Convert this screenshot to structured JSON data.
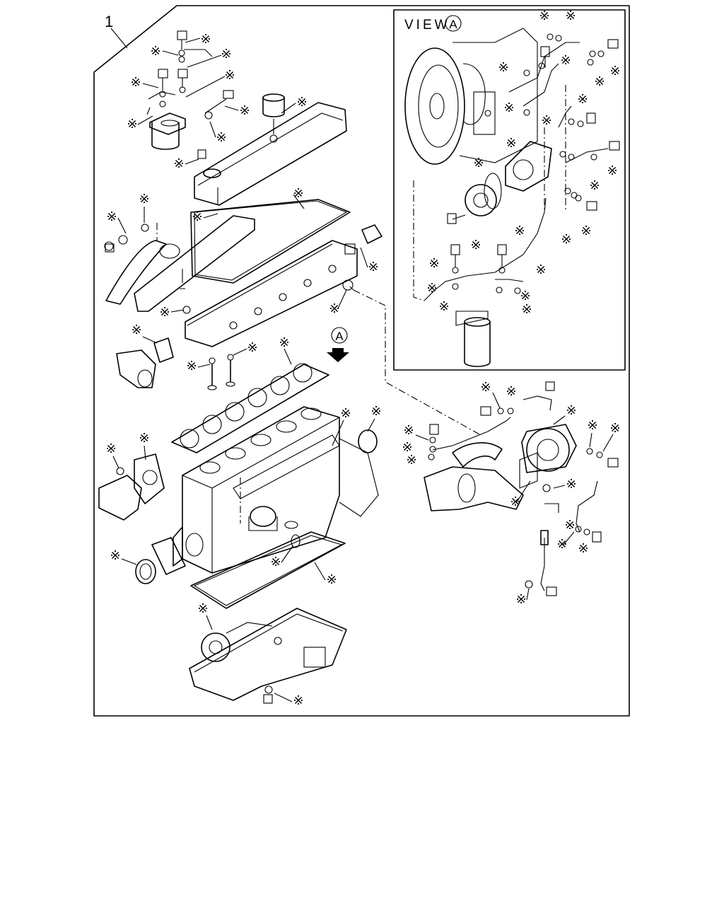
{
  "diagram": {
    "item_number": "1",
    "view_label": "VIEW",
    "view_letter": "A",
    "arrow_letter": "A",
    "kit_symbol": "※"
  }
}
